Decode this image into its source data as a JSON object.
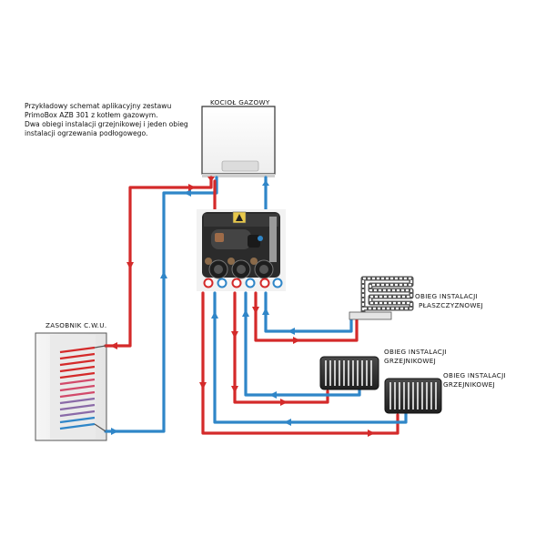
{
  "description": {
    "line1": "Przykładowy schemat aplikacyjny zestawu",
    "line2": "PrimoBox AZB 301 z kotłem gazowym.",
    "line3": "Dwa obiegi instalacji grzejnikowej i jeden obieg",
    "line4": "instalacji ogrzewania podłogowego."
  },
  "labels": {
    "boiler": "KOCIOŁ GAZOWY",
    "tank": "ZASOBNIK C.W.U.",
    "floor_line1": "OBIEG INSTALACJI",
    "floor_line2": "PŁASZCZYZNOWEJ",
    "rad1_line1": "OBIEG INSTALACJI",
    "rad1_line2": "GRZEJNIKOWEJ",
    "rad2_line1": "OBIEG INSTALACJI",
    "rad2_line2": "GRZEJNIKOWEJ"
  },
  "colors": {
    "hot": "#d42a2a",
    "cold": "#2f86c8",
    "frame": "#444444"
  }
}
